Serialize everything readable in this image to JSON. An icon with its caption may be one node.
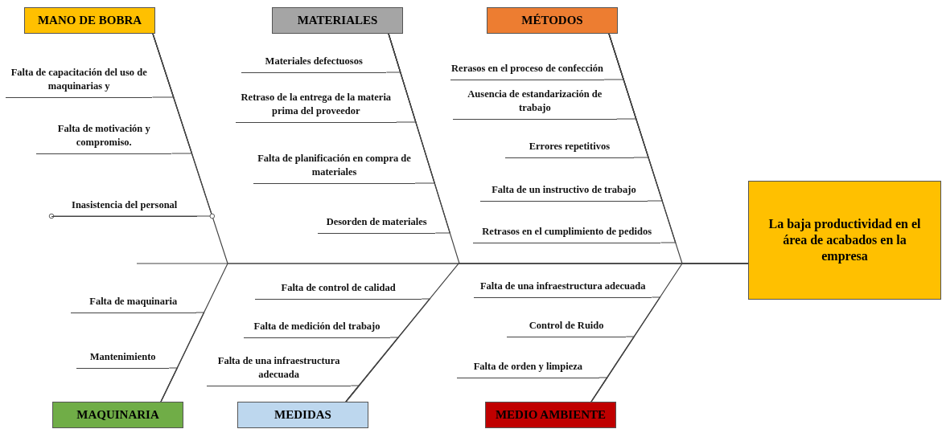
{
  "diagram": {
    "nodes": [
      {
        "text": [
          "MANO DE BOBRA"
        ]
      },
      {
        "text": [
          "MATERIALES"
        ]
      },
      {
        "text": [
          "MÉTODOS"
        ]
      },
      {
        "text": [
          "MAQUINARIA"
        ]
      },
      {
        "text": [
          "MEDIDAS"
        ]
      },
      {
        "text": [
          "MEDIO AMBIENTE"
        ]
      },
      {
        "text": [
          "La baja productividad en el área de acabados en la empresa"
        ]
      },
      {
        "text": [
          "Falta de capacitación del uso de maquinarias y"
        ]
      },
      {
        "text": [
          "Falta de motivación y compromiso."
        ]
      },
      {
        "text": [
          "Inasistencia del personal"
        ]
      },
      {
        "text": [
          "Materiales defectuosos"
        ]
      },
      {
        "text": [
          "Retraso de la entrega de la materia prima del proveedor"
        ]
      },
      {
        "text": [
          "Falta de planificación en compra de materiales"
        ]
      },
      {
        "text": [
          "Desorden de materiales"
        ]
      },
      {
        "text": [
          "Rerasos en el proceso de confección"
        ]
      },
      {
        "text": [
          "Ausencia de estandarización de trabajo"
        ]
      },
      {
        "text": [
          "Errores repetitivos"
        ]
      },
      {
        "text": [
          "Falta de un instructivo de trabajo"
        ]
      },
      {
        "text": [
          "Retrasos en el cumplimiento de pedidos"
        ]
      },
      {
        "text": [
          "Falta de maquinaria"
        ]
      },
      {
        "text": [
          "Mantenimiento"
        ]
      },
      {
        "text": [
          "Falta de control de calidad"
        ]
      },
      {
        "text": [
          "Falta de medición del trabajo"
        ]
      },
      {
        "text": [
          "Falta de una infraestructura adecuada"
        ]
      },
      {
        "text": [
          "Falta de una infraestructura adecuada"
        ]
      },
      {
        "text": [
          "Control de Ruido"
        ]
      },
      {
        "text": [
          "Falta de orden y limpieza"
        ]
      }
    ],
    "edges": [
      {
        "from": 0,
        "to": 6,
        "arrow": "none"
      },
      {
        "from": 1,
        "to": 6,
        "arrow": "none"
      },
      {
        "from": 2,
        "to": 6,
        "arrow": "none"
      },
      {
        "from": 3,
        "to": 6,
        "arrow": "none"
      },
      {
        "from": 4,
        "to": 6,
        "arrow": "none"
      },
      {
        "from": 5,
        "to": 6,
        "arrow": "none"
      },
      {
        "from": 7,
        "to": 0,
        "arrow": "none"
      },
      {
        "from": 8,
        "to": 0,
        "arrow": "none"
      },
      {
        "from": 9,
        "to": 0,
        "arrow": "other"
      },
      {
        "from": 10,
        "to": 1,
        "arrow": "none"
      },
      {
        "from": 11,
        "to": 1,
        "arrow": "none"
      },
      {
        "from": 12,
        "to": 1,
        "arrow": "none"
      },
      {
        "from": 13,
        "to": 1,
        "arrow": "none"
      },
      {
        "from": 14,
        "to": 2,
        "arrow": "none"
      },
      {
        "from": 15,
        "to": 2,
        "arrow": "none"
      },
      {
        "from": 16,
        "to": 2,
        "arrow": "none"
      },
      {
        "from": 17,
        "to": 2,
        "arrow": "none"
      },
      {
        "from": 18,
        "to": 2,
        "arrow": "none"
      },
      {
        "from": 19,
        "to": 3,
        "arrow": "none"
      },
      {
        "from": 20,
        "to": 3,
        "arrow": "none"
      },
      {
        "from": 21,
        "to": 4,
        "arrow": "none"
      },
      {
        "from": 22,
        "to": 4,
        "arrow": "none"
      },
      {
        "from": 23,
        "to": 4,
        "arrow": "none"
      },
      {
        "from": 24,
        "to": 5,
        "arrow": "none"
      },
      {
        "from": 25,
        "to": 5,
        "arrow": "none"
      },
      {
        "from": 26,
        "to": 5,
        "arrow": "none"
      }
    ]
  }
}
